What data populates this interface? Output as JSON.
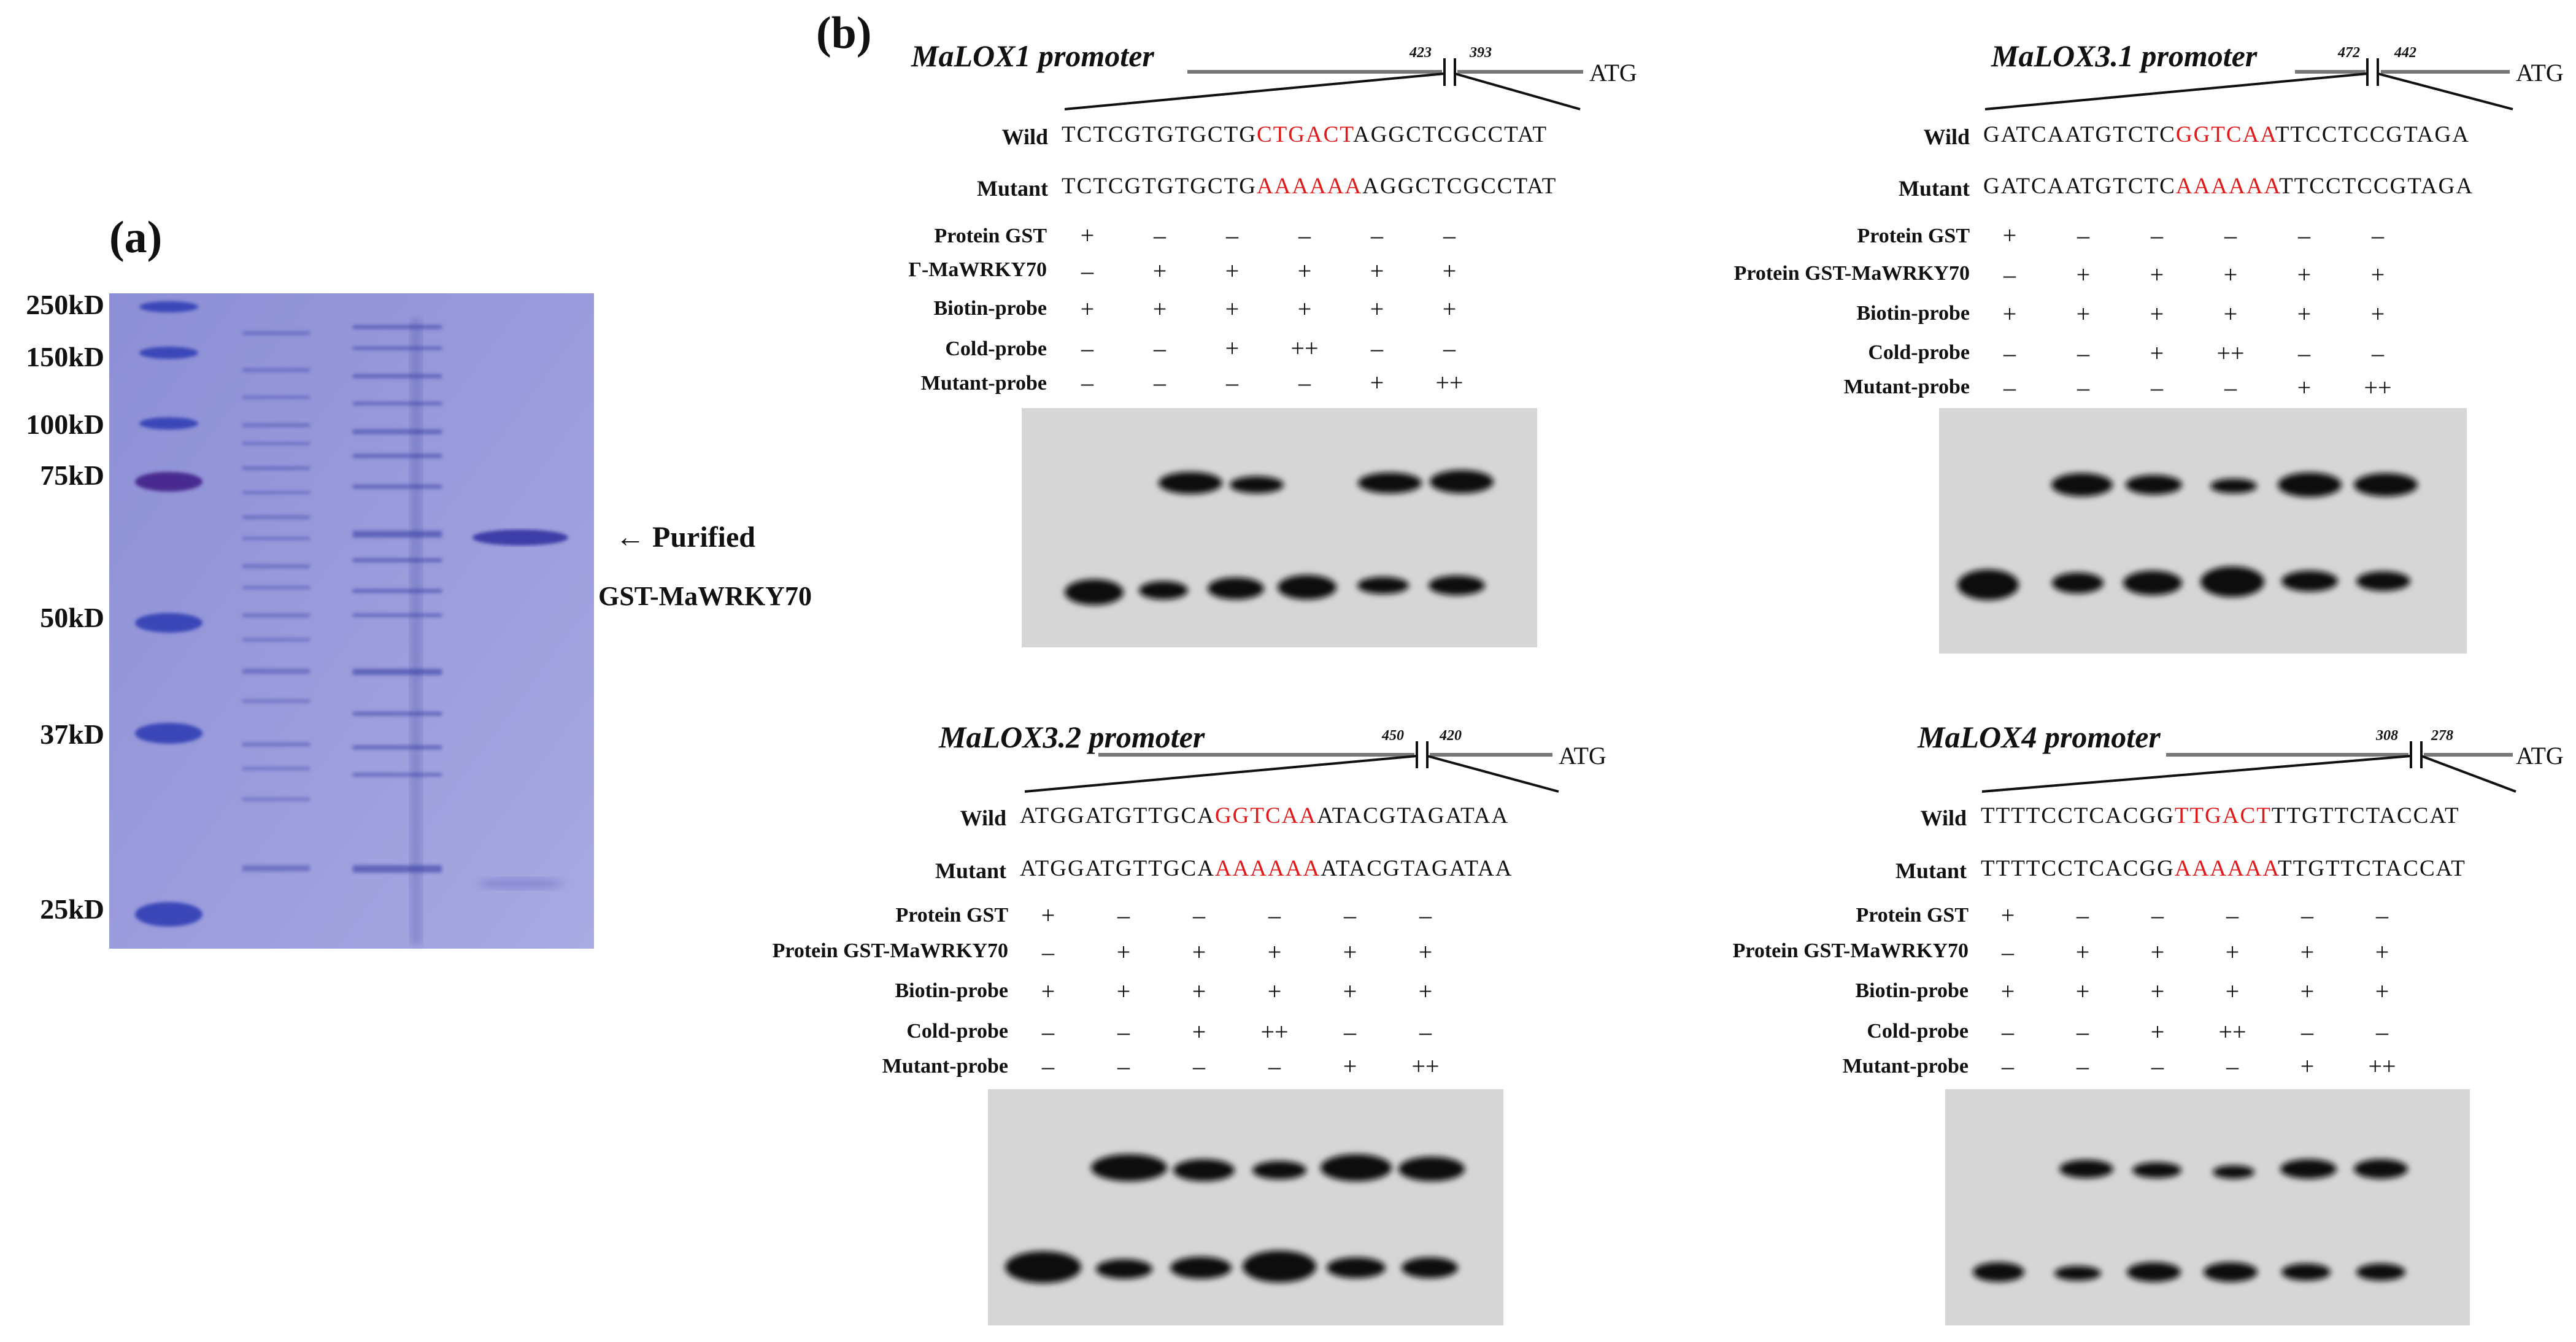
{
  "panel_a": {
    "letter": "(a)",
    "markers": [
      "250kD",
      "150kD",
      "100kD",
      "75kD",
      "50kD",
      "37kD",
      "25kD"
    ],
    "arrow_text": "← Purified",
    "protein_label": "GST-MaWRKY70"
  },
  "panel_b": {
    "letter": "(b)",
    "blots": [
      {
        "promoter": "MaLOX1 promoter",
        "pos_left": "423",
        "pos_right": "393",
        "atg": "ATG",
        "wild_label": "Wild",
        "wild_pre": "TCTCGTGTGCTG",
        "wild_site": "CTGACT",
        "wild_post": "AGGCTCGCCTAT",
        "mutant_label": "Mutant",
        "mutant_pre": "TCTCGTGTGCTG",
        "mutant_site": "AAAAAA",
        "mutant_post": "AGGCTCGCCTAT",
        "rows": [
          {
            "label": "Protein GST",
            "values": [
              "+",
              "–",
              "–",
              "–",
              "–",
              "–"
            ]
          },
          {
            "label": "Γ-MaWRKY70",
            "values": [
              "–",
              "+",
              "+",
              "+",
              "+",
              "+"
            ]
          },
          {
            "label": "Biotin-probe",
            "values": [
              "+",
              "+",
              "+",
              "+",
              "+",
              "+"
            ]
          },
          {
            "label": "Cold-probe",
            "values": [
              "–",
              "–",
              "+",
              "++",
              "–",
              "–"
            ]
          },
          {
            "label": "Mutant-probe",
            "values": [
              "–",
              "–",
              "–",
              "–",
              "+",
              "++"
            ]
          }
        ]
      },
      {
        "promoter": "MaLOX3.1 promoter",
        "pos_left": "472",
        "pos_right": "442",
        "atg": "ATG",
        "wild_label": "Wild",
        "wild_pre": "GATCAATGTCTC",
        "wild_site": "GGTCAA",
        "wild_post": "TTCCTCCGTAGA",
        "mutant_label": "Mutant",
        "mutant_pre": "GATCAATGTCTC",
        "mutant_site": "AAAAAA",
        "mutant_post": "TTCCTCCGTAGA",
        "rows": [
          {
            "label": "Protein GST",
            "values": [
              "+",
              "–",
              "–",
              "–",
              "–",
              "–"
            ]
          },
          {
            "label": "Protein GST-MaWRKY70",
            "values": [
              "–",
              "+",
              "+",
              "+",
              "+",
              "+"
            ]
          },
          {
            "label": "Biotin-probe",
            "values": [
              "+",
              "+",
              "+",
              "+",
              "+",
              "+"
            ]
          },
          {
            "label": "Cold-probe",
            "values": [
              "–",
              "–",
              "+",
              "++",
              "–",
              "–"
            ]
          },
          {
            "label": "Mutant-probe",
            "values": [
              "–",
              "–",
              "–",
              "–",
              "+",
              "++"
            ]
          }
        ]
      },
      {
        "promoter": "MaLOX3.2 promoter",
        "pos_left": "450",
        "pos_right": "420",
        "atg": "ATG",
        "wild_label": "Wild",
        "wild_pre": "ATGGATGTTGCA",
        "wild_site": "GGTCAA",
        "wild_post": "ATACGTAGATAA",
        "mutant_label": "Mutant",
        "mutant_pre": "ATGGATGTTGCA",
        "mutant_site": "AAAAAA",
        "mutant_post": "ATACGTAGATAA",
        "rows": [
          {
            "label": "Protein GST",
            "values": [
              "+",
              "–",
              "–",
              "–",
              "–",
              "–"
            ]
          },
          {
            "label": "Protein GST-MaWRKY70",
            "values": [
              "–",
              "+",
              "+",
              "+",
              "+",
              "+"
            ]
          },
          {
            "label": "Biotin-probe",
            "values": [
              "+",
              "+",
              "+",
              "+",
              "+",
              "+"
            ]
          },
          {
            "label": "Cold-probe",
            "values": [
              "–",
              "–",
              "+",
              "++",
              "–",
              "–"
            ]
          },
          {
            "label": "Mutant-probe",
            "values": [
              "–",
              "–",
              "–",
              "–",
              "+",
              "++"
            ]
          }
        ]
      },
      {
        "promoter": "MaLOX4 promoter",
        "pos_left": "308",
        "pos_right": "278",
        "atg": "ATG",
        "wild_label": "Wild",
        "wild_pre": "TTTTCCTCACGG",
        "wild_site": "TTGACT",
        "wild_post": "TTGTTCTACCAT",
        "mutant_label": "Mutant",
        "mutant_pre": "TTTTCCTCACGG",
        "mutant_site": "AAAAAA",
        "mutant_post": "TTGTTCTACCAT",
        "rows": [
          {
            "label": "Protein GST",
            "values": [
              "+",
              "–",
              "–",
              "–",
              "–",
              "–"
            ]
          },
          {
            "label": "Protein GST-MaWRKY70",
            "values": [
              "–",
              "+",
              "+",
              "+",
              "+",
              "+"
            ]
          },
          {
            "label": "Biotin-probe",
            "values": [
              "+",
              "+",
              "+",
              "+",
              "+",
              "+"
            ]
          },
          {
            "label": "Cold-probe",
            "values": [
              "–",
              "–",
              "+",
              "++",
              "–",
              "–"
            ]
          },
          {
            "label": "Mutant-probe",
            "values": [
              "–",
              "–",
              "–",
              "–",
              "+",
              "++"
            ]
          }
        ]
      }
    ]
  }
}
